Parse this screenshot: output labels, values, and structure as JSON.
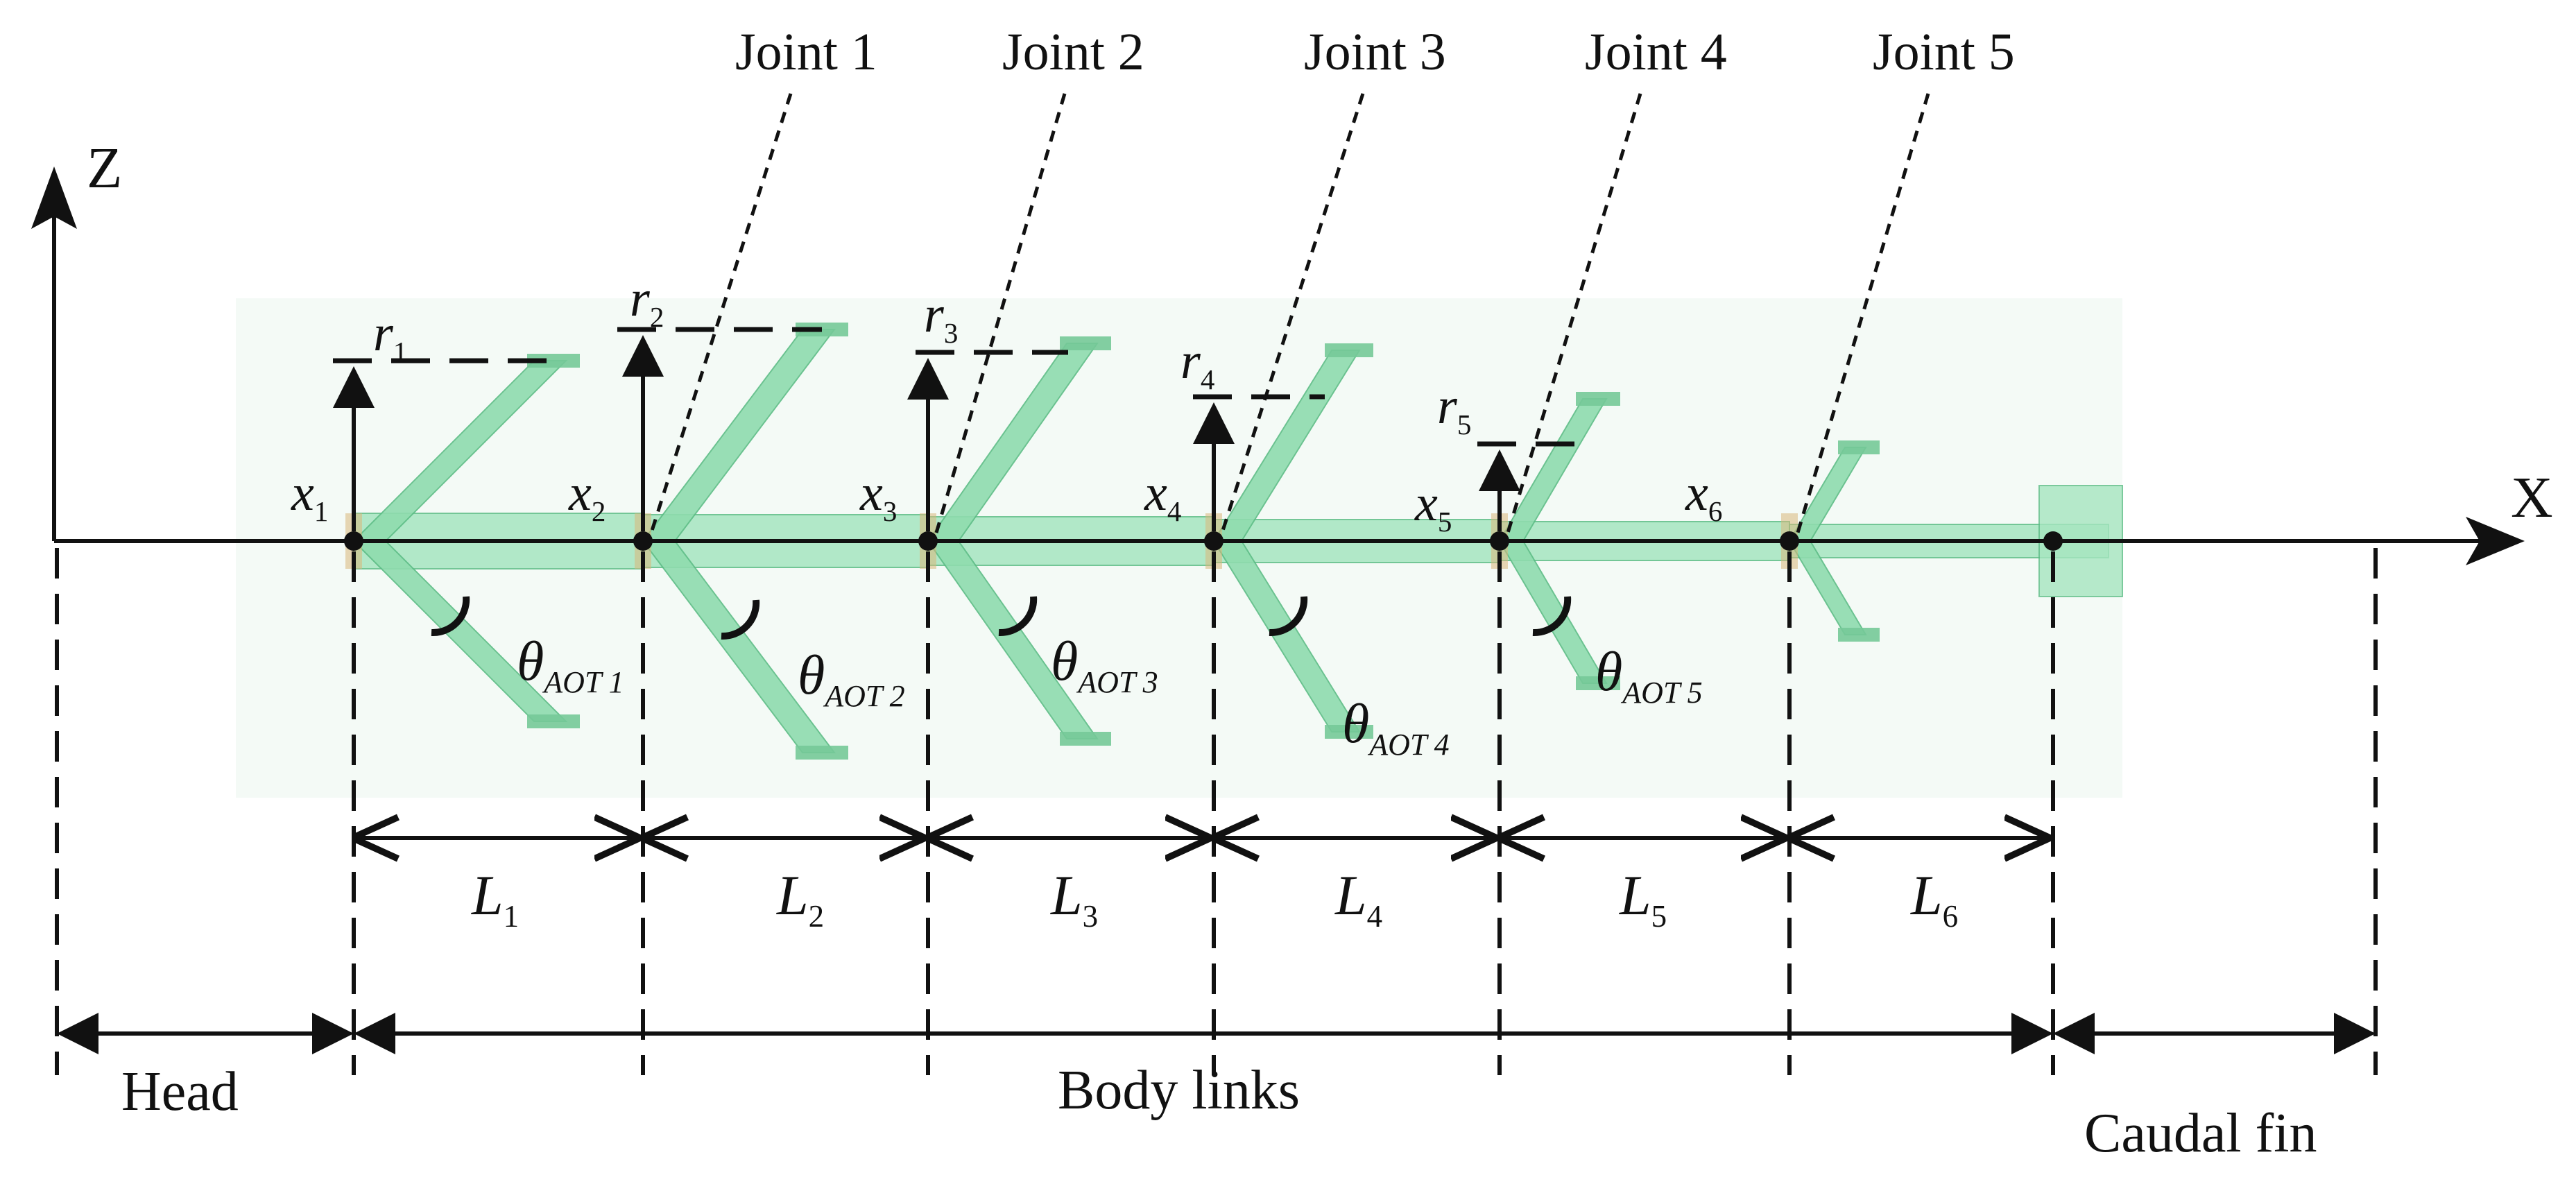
{
  "axes": {
    "x_label": "X",
    "z_label": "Z"
  },
  "joints": [
    "Joint 1",
    "Joint 2",
    "Joint 3",
    "Joint 4",
    "Joint 5"
  ],
  "positions": [
    {
      "base": "x",
      "sub": "1"
    },
    {
      "base": "x",
      "sub": "2"
    },
    {
      "base": "x",
      "sub": "3"
    },
    {
      "base": "x",
      "sub": "4"
    },
    {
      "base": "x",
      "sub": "5"
    },
    {
      "base": "x",
      "sub": "6"
    }
  ],
  "radii": [
    {
      "base": "r",
      "sub": "1"
    },
    {
      "base": "r",
      "sub": "2"
    },
    {
      "base": "r",
      "sub": "3"
    },
    {
      "base": "r",
      "sub": "4"
    },
    {
      "base": "r",
      "sub": "5"
    }
  ],
  "angles": [
    {
      "base": "θ",
      "sub": "AOT 1"
    },
    {
      "base": "θ",
      "sub": "AOT 2"
    },
    {
      "base": "θ",
      "sub": "AOT 3"
    },
    {
      "base": "θ",
      "sub": "AOT 4"
    },
    {
      "base": "θ",
      "sub": "AOT 5"
    }
  ],
  "lengths": [
    {
      "base": "L",
      "sub": "1"
    },
    {
      "base": "L",
      "sub": "2"
    },
    {
      "base": "L",
      "sub": "3"
    },
    {
      "base": "L",
      "sub": "4"
    },
    {
      "base": "L",
      "sub": "5"
    },
    {
      "base": "L",
      "sub": "6"
    }
  ],
  "sections": {
    "head": "Head",
    "body": "Body links",
    "tail": "Caudal fin"
  },
  "colors": {
    "line": "#111111",
    "fin_fill": "#8fdcae",
    "fin_stroke": "#5dbd86",
    "body_fill": "#a6e6c0",
    "joint_accent": "#d9b77a"
  }
}
